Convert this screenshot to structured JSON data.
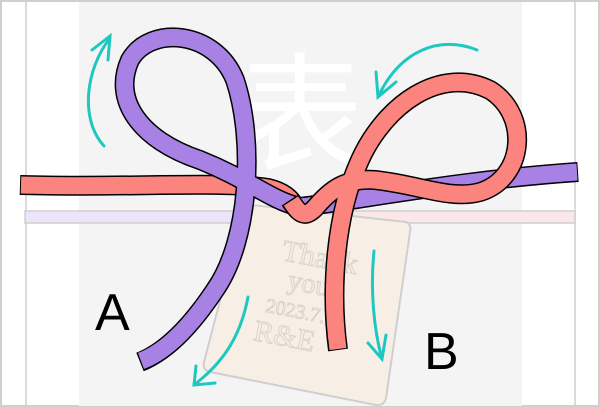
{
  "diagram": {
    "kanji": "表",
    "label_a": "A",
    "label_b": "B",
    "tag": {
      "line1": "Thank",
      "line2": "you",
      "line3": "2023.7.",
      "line4": "R&E"
    },
    "colors": {
      "purple_ribbon": "#a782e4",
      "red_ribbon": "#fb847f",
      "arrow": "#1ec8c0",
      "panel": "#f4f4f4",
      "tag": "#f7efe6"
    }
  }
}
